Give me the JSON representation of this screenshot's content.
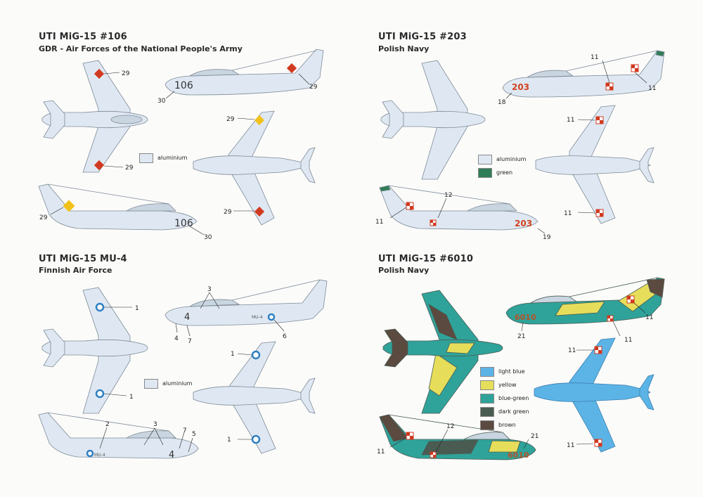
{
  "sections": [
    {
      "title": "UTI MiG-15 #106",
      "subtitle": "GDR - Air Forces of the National People's Army",
      "legend": [
        {
          "label": "aluminium",
          "color": "#dfe8f2"
        }
      ],
      "reg": "106",
      "callouts": [
        "29",
        "29",
        "29",
        "30",
        "29",
        "29",
        "29",
        "30"
      ]
    },
    {
      "title": "UTI MiG-15 #203",
      "subtitle": "Polish Navy",
      "legend": [
        {
          "label": "aluminium",
          "color": "#dfe8f2"
        },
        {
          "label": "green",
          "color": "#2f7d57"
        }
      ],
      "reg": "203",
      "callouts": [
        "11",
        "11",
        "18",
        "11",
        "11",
        "12",
        "11",
        "19"
      ]
    },
    {
      "title": "UTI MiG-15 MU-4",
      "subtitle": "Finnish Air Force",
      "legend": [
        {
          "label": "aluminium",
          "color": "#dfe8f2"
        }
      ],
      "reg": "4",
      "small_reg": "MU-4",
      "callouts": [
        "1",
        "1",
        "3",
        "4",
        "7",
        "6",
        "1",
        "1",
        "2",
        "3",
        "7",
        "5"
      ]
    },
    {
      "title": "UTI MiG-15 #6010",
      "subtitle": "Polish Navy",
      "legend": [
        {
          "label": "light blue",
          "color": "#5cb4e6"
        },
        {
          "label": "yellow",
          "color": "#e6de5a"
        },
        {
          "label": "blue-green",
          "color": "#2fa39a"
        },
        {
          "label": "dark green",
          "color": "#4a5c52"
        },
        {
          "label": "brown",
          "color": "#5b4a3f"
        }
      ],
      "reg": "6010",
      "callouts": [
        "11",
        "11",
        "21",
        "11",
        "11",
        "12",
        "11",
        "21"
      ]
    }
  ]
}
